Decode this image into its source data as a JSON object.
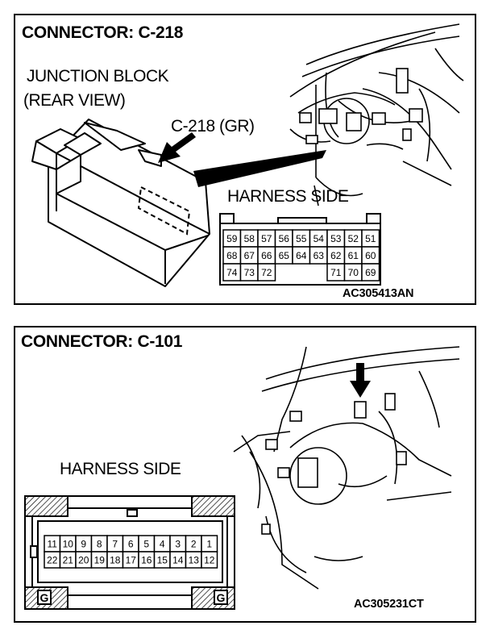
{
  "panel1": {
    "title": "CONNECTOR: C-218",
    "block_label_line1": "JUNCTION BLOCK",
    "block_label_line2": "(REAR VIEW)",
    "connector_label": "C-218 (GR)",
    "harness_label": "HARNESS SIDE",
    "figure_code": "AC305413AN",
    "pins_row1": [
      "59",
      "58",
      "57",
      "56",
      "55",
      "54",
      "53",
      "52",
      "51"
    ],
    "pins_row2": [
      "68",
      "67",
      "66",
      "65",
      "64",
      "63",
      "62",
      "61",
      "60"
    ],
    "pins_row3": [
      "74",
      "73",
      "72",
      "",
      "",
      "",
      "71",
      "70",
      "69"
    ]
  },
  "panel2": {
    "title": "CONNECTOR: C-101",
    "harness_label": "HARNESS SIDE",
    "figure_code": "AC305231CT",
    "pins_row1": [
      "11",
      "10",
      "9",
      "8",
      "7",
      "6",
      "5",
      "4",
      "3",
      "2",
      "1"
    ],
    "pins_row2": [
      "22",
      "21",
      "20",
      "19",
      "18",
      "17",
      "16",
      "15",
      "14",
      "13",
      "12"
    ],
    "ground_label": "G"
  }
}
